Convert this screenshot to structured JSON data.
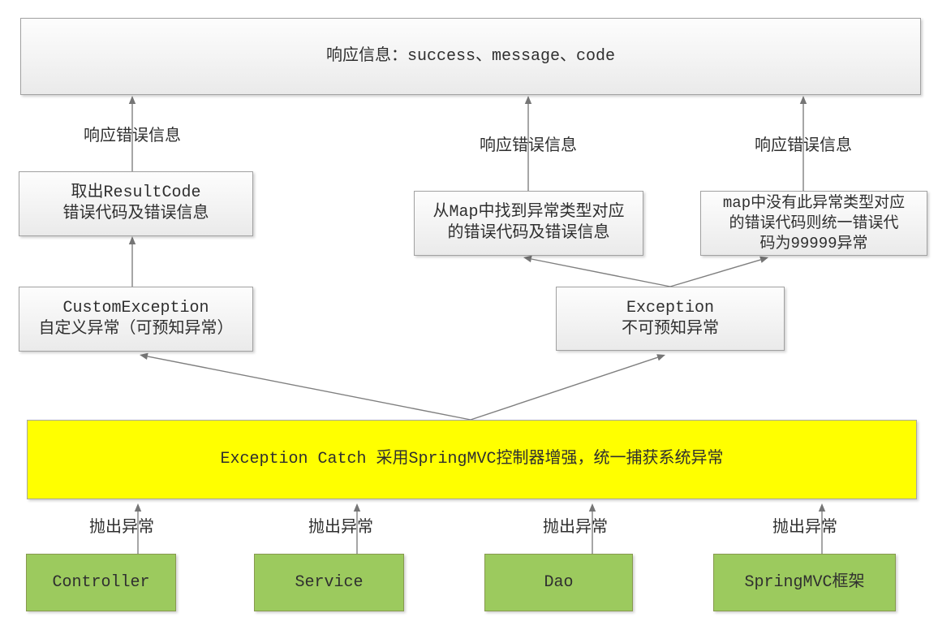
{
  "diagram": {
    "response_box": {
      "text": "响应信息：success、message、code"
    },
    "result_code_box": {
      "line1": "取出ResultCode",
      "line2": "错误代码及错误信息"
    },
    "map_found_box": {
      "line1": "从Map中找到异常类型对应",
      "line2": "的错误代码及错误信息"
    },
    "map_missing_box": {
      "line1": "map中没有此异常类型对应",
      "line2": "的错误代码则统一错误代",
      "line3": "码为99999异常"
    },
    "custom_exception_box": {
      "line1": "CustomException",
      "line2": "自定义异常（可预知异常）"
    },
    "exception_box": {
      "line1": "Exception",
      "line2": "不可预知异常"
    },
    "catch_box": {
      "text": "Exception Catch 采用SpringMVC控制器增强，统一捕获系统异常"
    },
    "sources": [
      {
        "label": "Controller"
      },
      {
        "label": "Service"
      },
      {
        "label": "Dao"
      },
      {
        "label": "SpringMVC框架"
      }
    ],
    "edge_labels": {
      "response_error": "响应错误信息",
      "throw_exception": "抛出异常"
    },
    "colors": {
      "catch_highlight": "#ffff00",
      "source_green": "#9cca5e",
      "gray_box_fill_top": "#fdfdfd",
      "gray_box_fill_bottom": "#eaeaea",
      "box_border": "#a1a1a1",
      "connector": "#7f7f7f",
      "text": "#2f2f2f"
    }
  }
}
